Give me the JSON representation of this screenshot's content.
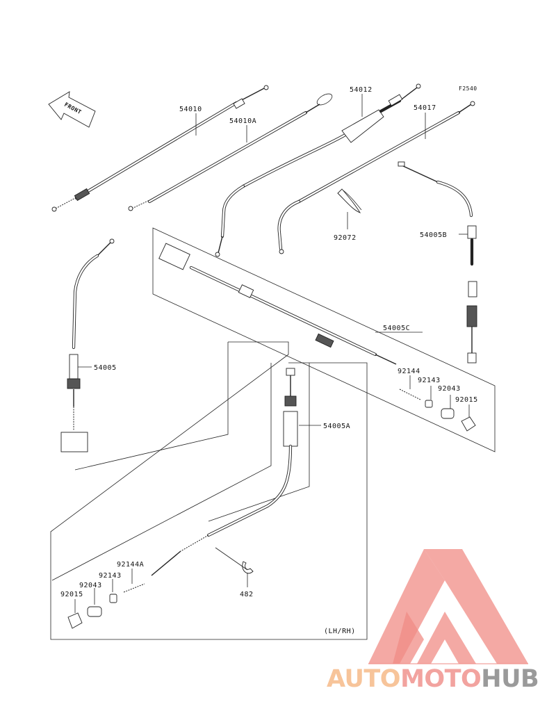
{
  "figure_code": "F2540",
  "front_label": "FRONT",
  "part_labels": {
    "p54010": "54010",
    "p54010A": "54010A",
    "p54012": "54012",
    "p54017": "54017",
    "p92072": "92072",
    "p54005B": "54005B",
    "p54005C": "54005C",
    "p54005": "54005",
    "p54005A": "54005A",
    "p92144": "92144",
    "p92143_upper": "92143",
    "p92043_upper": "92043",
    "p92015_upper": "92015",
    "p92144A": "92144A",
    "p92143_lower": "92143",
    "p92043_lower": "92043",
    "p92015_lower": "92015",
    "p482": "482",
    "side_note": "(LH/RH)"
  },
  "watermark": {
    "word1": "AUTO",
    "word2": "MOTO",
    "word3": "HUB",
    "colors": {
      "auto": "#f7c49a",
      "moto": "#f2a39f",
      "hub": "#9a9a9a",
      "triangle": "#f08c86"
    }
  }
}
